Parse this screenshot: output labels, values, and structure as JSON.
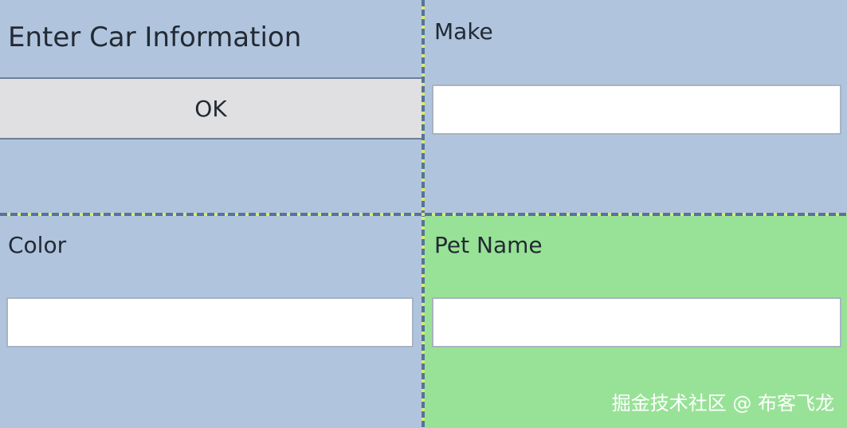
{
  "form": {
    "title": "Enter Car Information",
    "ok_label": "OK",
    "make": {
      "label": "Make",
      "value": "",
      "placeholder": ""
    },
    "color": {
      "label": "Color",
      "value": "",
      "placeholder": ""
    },
    "pet_name": {
      "label": "Pet Name",
      "value": "",
      "placeholder": ""
    }
  },
  "watermark": "掘金技术社区 @ 布客飞龙",
  "colors": {
    "cell_background": "#b0c4de",
    "highlight_background": "#98e297",
    "button_background": "#e0e0e3",
    "grid_line_dark": "#56739b",
    "grid_line_light": "#d9ea70",
    "text": "#222a33"
  }
}
